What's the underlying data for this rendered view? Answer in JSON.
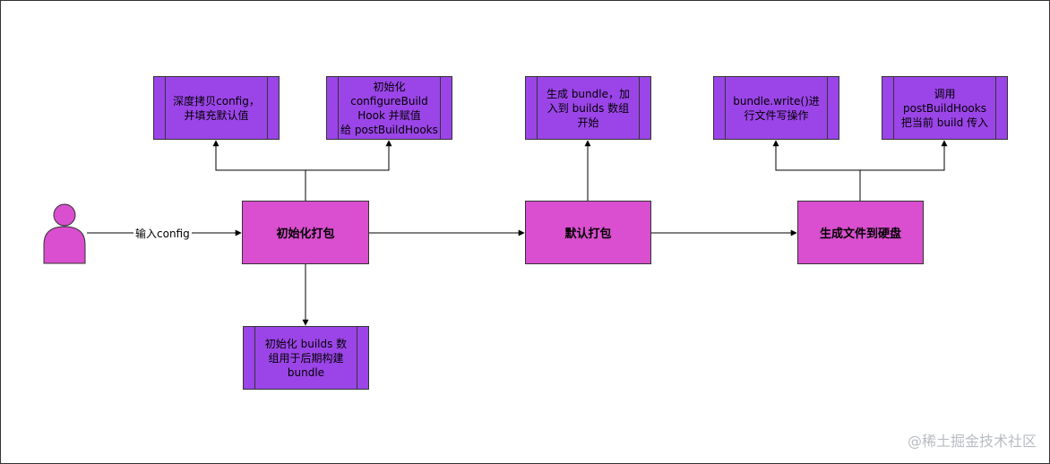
{
  "colors": {
    "main_fill": "#d94fcf",
    "sub_fill": "#9b45e8",
    "person_fill": "#d94fcf",
    "stroke": "#333333"
  },
  "actor": {
    "icon": "person-icon"
  },
  "edge_label": "输入config",
  "main_steps": {
    "init": "初始化打包",
    "default_bundle": "默认打包",
    "write_disk": "生成文件到硬盘"
  },
  "sub_steps": {
    "deep_copy": "深度拷贝config，\n并填充默认值",
    "init_hook": "初始化\nconfigureBuild\nHook 并赋值\n给 postBuildHooks",
    "init_builds": "初始化 builds 数\n组用于后期构建\nbundle",
    "gen_bundle": "生成 bundle，加\n入到 builds 数组\n开始",
    "bundle_write": "bundle.write()进\n行文件写操作",
    "call_hooks": "调用\npostBuildHooks\n把当前 build 传入"
  },
  "watermark": "@稀土掘金技术社区"
}
